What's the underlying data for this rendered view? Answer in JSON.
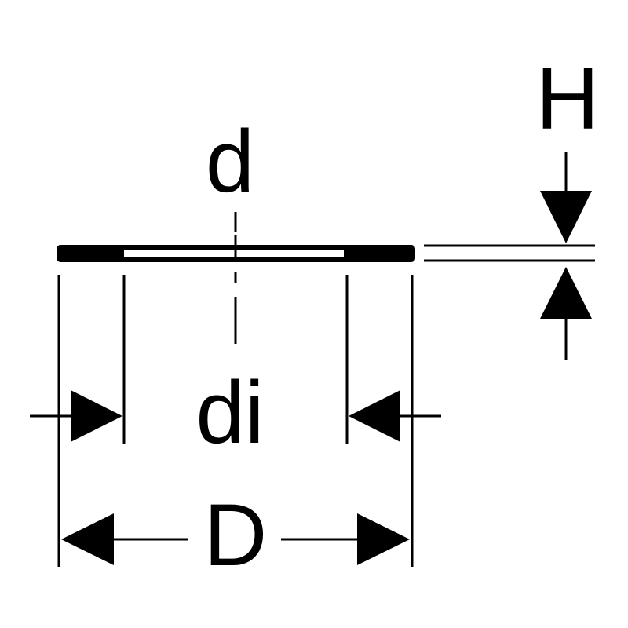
{
  "diagram": {
    "labels": {
      "height": "H",
      "diameter": "d",
      "inner_diameter": "di",
      "outer_diameter": "D"
    },
    "colors": {
      "stroke": "#000000",
      "background": "#ffffff"
    }
  }
}
